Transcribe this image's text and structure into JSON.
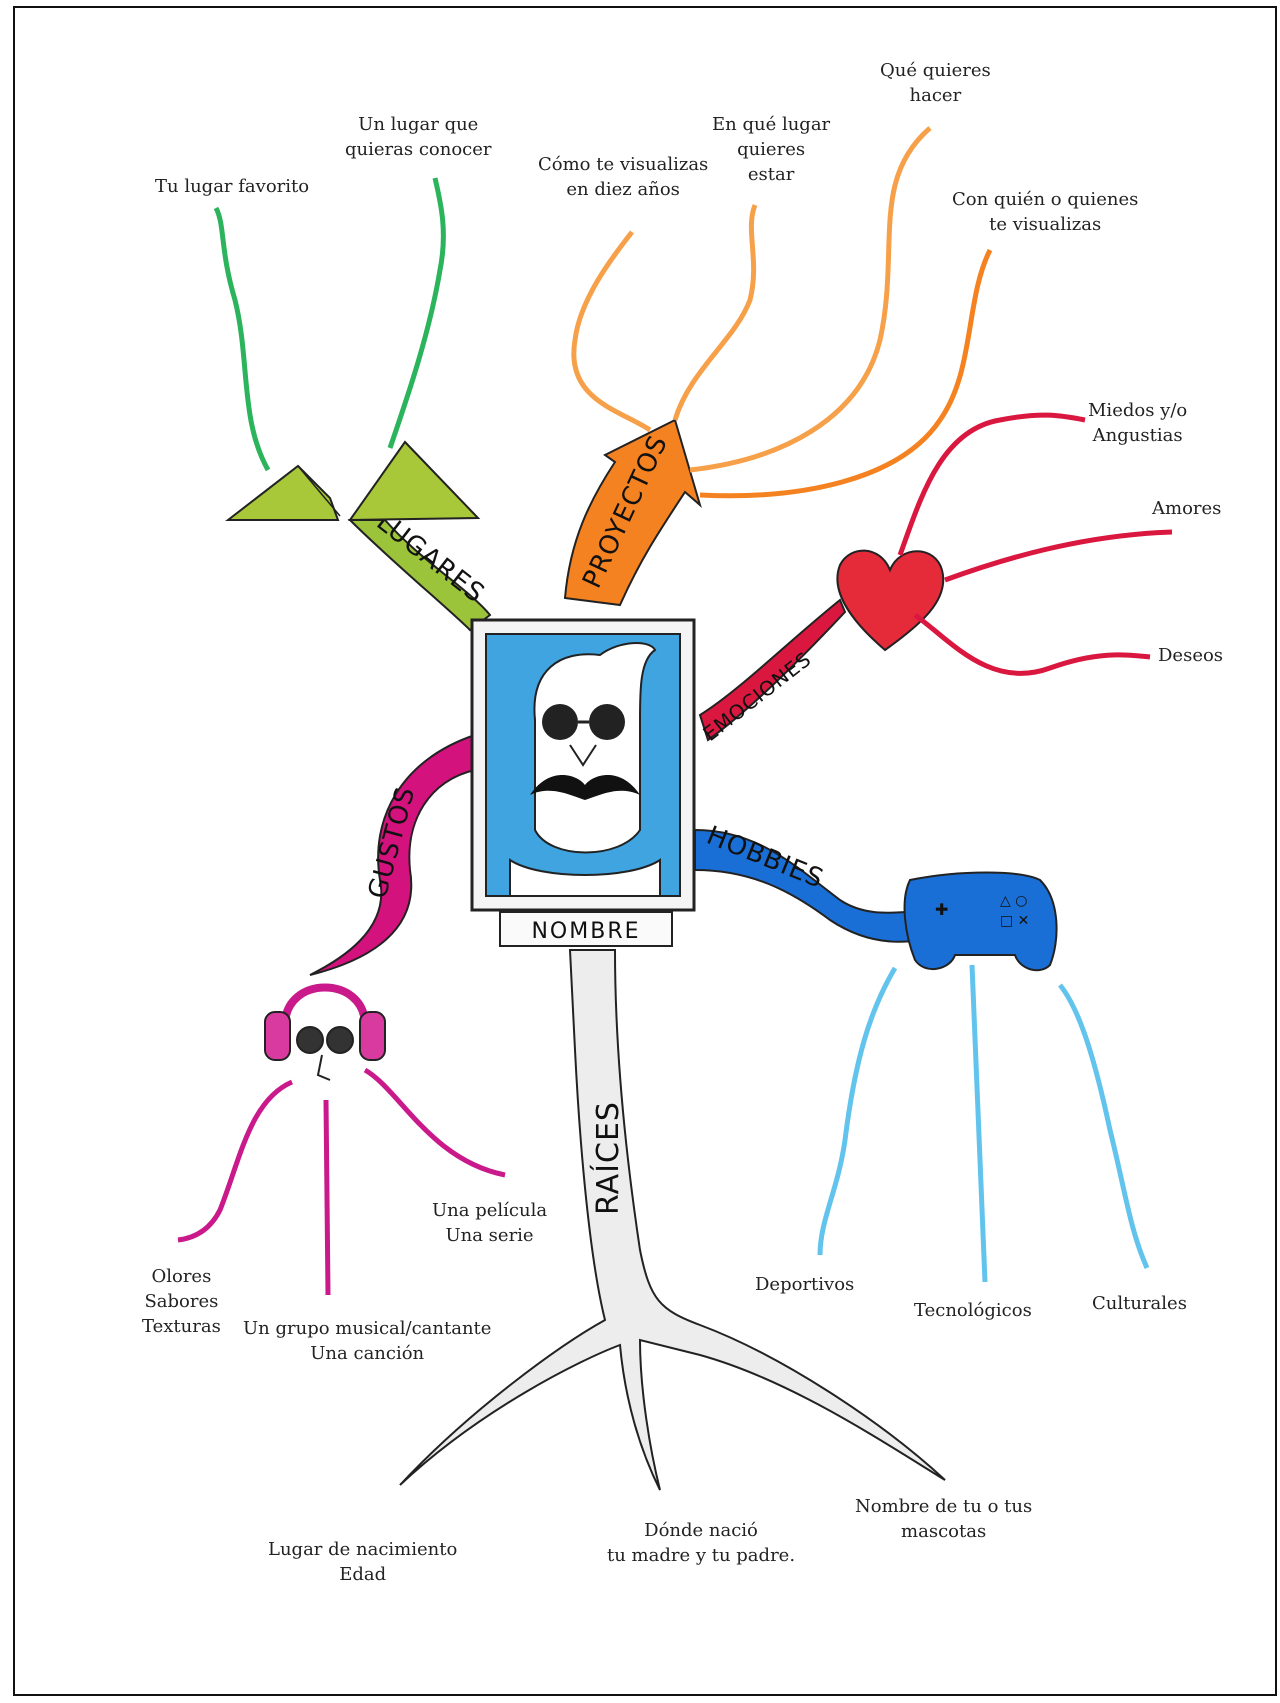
{
  "center": {
    "label": "NOMBRE"
  },
  "branches": {
    "lugares": {
      "label": "LUGARES",
      "color": "#8dbd2a"
    },
    "proyectos": {
      "label": "PROYECTOS",
      "color": "#f5821f"
    },
    "emociones": {
      "label": "EMOCIONES",
      "color": "#d9173f"
    },
    "gustos": {
      "label": "GUSTOS",
      "color": "#d4127e"
    },
    "hobbies": {
      "label": "HOBBIES",
      "color": "#1a6fd6"
    },
    "raices": {
      "label": "RAÍCES",
      "color": "#eeeeee"
    }
  },
  "labels": {
    "tu_lugar_favorito": [
      "Tu lugar favorito"
    ],
    "lugar_conocer": [
      "Un lugar que",
      "quieras conocer"
    ],
    "visualizas_diez": [
      "Cómo te visualizas",
      "en diez años"
    ],
    "lugar_estar": [
      "En qué lugar",
      "quieres",
      "estar"
    ],
    "que_hacer": [
      "Qué quieres",
      "hacer"
    ],
    "con_quien": [
      "Con quién o quienes",
      "te visualizas"
    ],
    "miedos": [
      "Miedos y/o",
      "Angustias"
    ],
    "amores": [
      "Amores"
    ],
    "deseos": [
      "Deseos"
    ],
    "pelicula": [
      "Una película",
      "Una serie"
    ],
    "olores": [
      "Olores",
      "Sabores",
      "Texturas"
    ],
    "grupo": [
      "Un grupo musical/cantante",
      "Una canción"
    ],
    "deportivos": [
      "Deportivos"
    ],
    "tecnologicos": [
      "Tecnológicos"
    ],
    "culturales": [
      "Culturales"
    ],
    "lugar_nacimiento": [
      "Lugar de nacimiento",
      "Edad"
    ],
    "donde_nacio": [
      "Dónde nació",
      "tu madre y tu padre."
    ],
    "mascotas": [
      "Nombre de tu o tus",
      "mascotas"
    ]
  },
  "icons": [
    "portrait-icon",
    "mountains-icon",
    "arrow-icon",
    "heart-icon",
    "headphones-face-icon",
    "gamepad-icon"
  ]
}
